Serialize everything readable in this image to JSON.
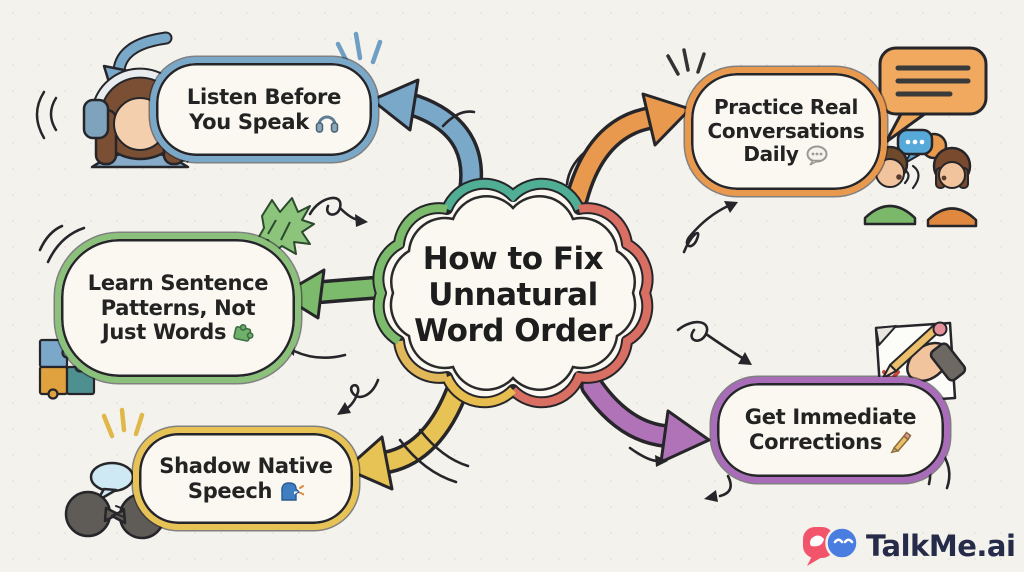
{
  "title": {
    "line1": "How to Fix",
    "line2": "Unnatural",
    "line3": "Word Order"
  },
  "branches": {
    "listen": {
      "line1": "Listen Before",
      "line2": "You Speak",
      "icon": "headphones-icon",
      "color": "#7aa8c9"
    },
    "learn": {
      "line1": "Learn Sentence",
      "line2": "Patterns, Not",
      "line3": "Just Words",
      "icon": "puzzle-icon",
      "color": "#8cc17c"
    },
    "shadow": {
      "line1": "Shadow Native",
      "line2": "Speech",
      "icon": "speaking-head-icon",
      "color": "#e7c254"
    },
    "practice": {
      "line1": "Practice Real",
      "line2": "Conversations",
      "line3": "Daily",
      "icon": "speech-balloon-icon",
      "color": "#e8994d"
    },
    "corrections": {
      "line1": "Get Immediate",
      "line2": "Corrections",
      "icon": "pencil-icon",
      "color": "#a86cb8"
    }
  },
  "cloud": {
    "segment_colors": {
      "teal": "#4fae93",
      "coral": "#d96f63",
      "yellow": "#e6bd4e",
      "green": "#7cba6c"
    },
    "fill": "#faf8f1"
  },
  "logo": {
    "brand": "TalkMe.ai",
    "pink": "#f2556b",
    "blue": "#4a7de0",
    "text_color": "#252b48"
  },
  "background": "#f4f2ed"
}
